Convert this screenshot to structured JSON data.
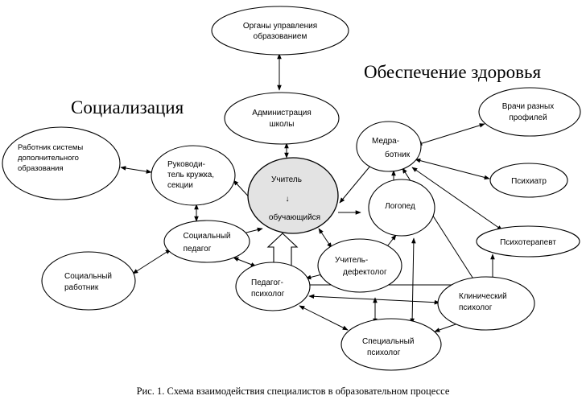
{
  "headings": {
    "socialization": "Социализация",
    "health": "Обеспечение здоровья"
  },
  "nodes": {
    "organy": [
      "Органы управления",
      "образованием"
    ],
    "admin": [
      "Администрация",
      "школы"
    ],
    "vrachi": [
      "Врачи разных",
      "профилей"
    ],
    "rabotnik_dop": [
      "Работник системы",
      "дополнительного",
      "образования"
    ],
    "rukovoditel": [
      "Руководи-",
      "тель кружка,",
      "секции"
    ],
    "uchitel_top": "Учитель",
    "uchitel_arrow": "↓",
    "uchitel_bottom": "обучающийся",
    "medrabotnik": [
      "Медра-",
      "ботник"
    ],
    "psihiatr": "Психиатр",
    "logoped": "Логопед",
    "soc_pedagog": [
      "Социальный",
      "педагог"
    ],
    "psihoterapevt": "Психотерапевт",
    "soc_rabotnik": [
      "Социальный",
      "работник"
    ],
    "defektolog": [
      "Учитель-",
      "дефектолог"
    ],
    "ped_psiholog": [
      "Педагог-",
      "психолог"
    ],
    "klin_psiholog": [
      "Клинический",
      "психолог"
    ],
    "spec_psiholog": [
      "Специальный",
      "психолог"
    ]
  },
  "caption": "Рис. 1. Схема взаимодействия специалистов в образовательном процессе"
}
